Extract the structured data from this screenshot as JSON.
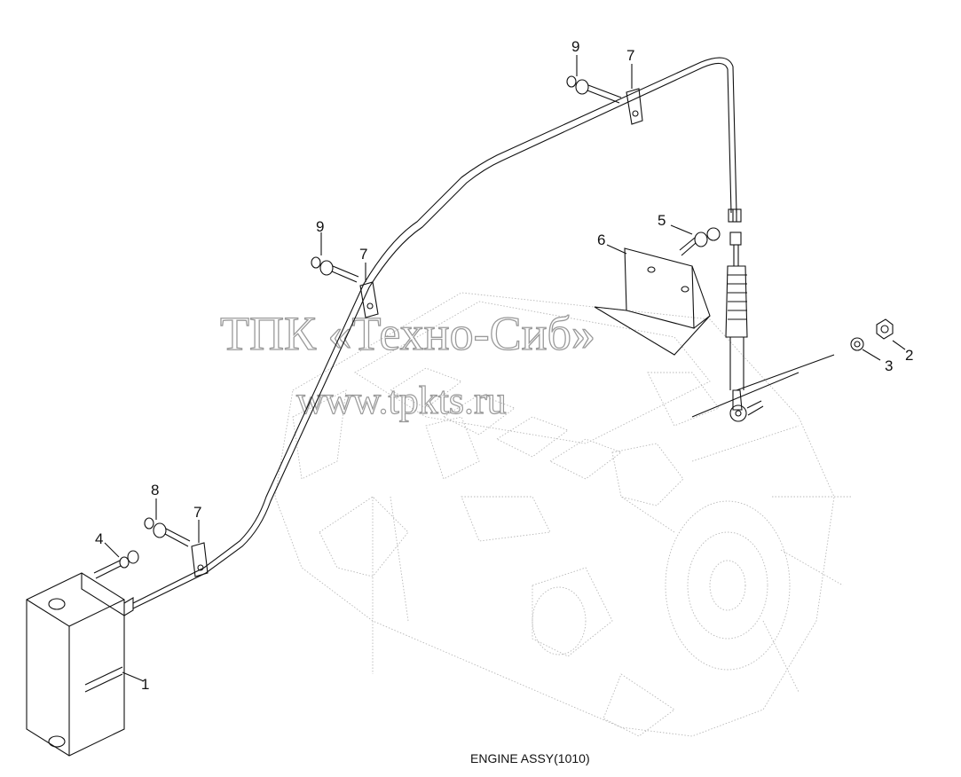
{
  "diagram": {
    "caption": "ENGINE ASSY(1010)",
    "watermark_line1": "ТПК «Техно-Сиб»",
    "watermark_line2": "www.tpkts.ru",
    "callouts": {
      "c1": "1",
      "c2": "2",
      "c3": "3",
      "c4": "4",
      "c5": "5",
      "c6": "6",
      "c7a": "7",
      "c7b": "7",
      "c7c": "7",
      "c8": "8",
      "c9a": "9",
      "c9b": "9"
    }
  }
}
